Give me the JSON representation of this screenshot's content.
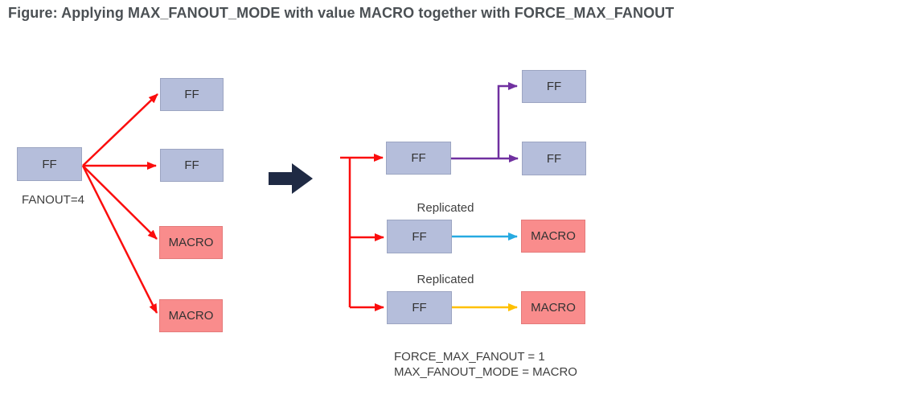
{
  "title": "Figure: Applying MAX_FANOUT_MODE with value MACRO together with FORCE_MAX_FANOUT",
  "colors": {
    "ff_fill": "#b5bedb",
    "macro_fill": "#f98c8c",
    "red": "#fb0d0d",
    "purple": "#7030a0",
    "cyan": "#27aae1",
    "amber": "#ffc000",
    "navy": "#1f2a44",
    "box_text": "#333333",
    "label_text": "#3f3f3f",
    "title_text": "#4b5054"
  },
  "before": {
    "source_label": "FF",
    "fanout_label": "FANOUT=4",
    "targets": [
      {
        "label": "FF",
        "type": "ff"
      },
      {
        "label": "FF",
        "type": "ff"
      },
      {
        "label": "MACRO",
        "type": "macro"
      },
      {
        "label": "MACRO",
        "type": "macro"
      }
    ]
  },
  "after": {
    "driver_ff_label": "FF",
    "top_targets": [
      {
        "label": "FF"
      },
      {
        "label": "FF"
      }
    ],
    "replicated_groups": [
      {
        "caption": "Replicated",
        "ff_label": "FF",
        "target_label": "MACRO"
      },
      {
        "caption": "Replicated",
        "ff_label": "FF",
        "target_label": "MACRO"
      }
    ],
    "settings_line1": "FORCE_MAX_FANOUT = 1",
    "settings_line2": "MAX_FANOUT_MODE = MACRO"
  }
}
